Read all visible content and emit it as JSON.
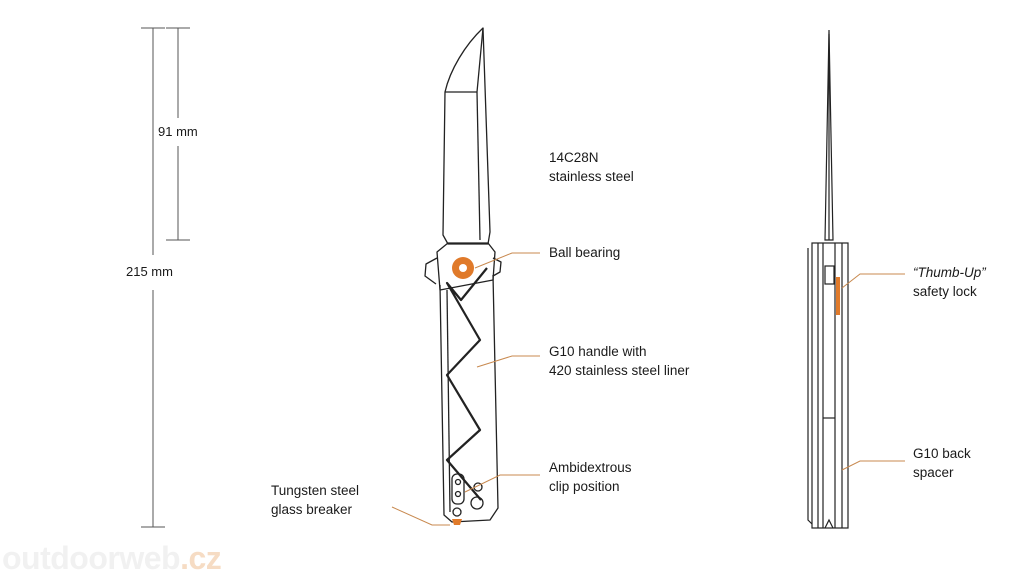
{
  "dimensions": {
    "blade_length": "91 mm",
    "total_length": "215 mm"
  },
  "labels": {
    "blade_steel": [
      "14C28N",
      "stainless steel"
    ],
    "bearing": [
      "Ball bearing"
    ],
    "handle": [
      "G10 handle with",
      "420 stainless steel  liner"
    ],
    "clip": [
      "Ambidextrous",
      "clip position"
    ],
    "glass_breaker": [
      "Tungsten steel",
      "glass breaker"
    ],
    "safety_lock": [
      "“Thumb-Up”",
      "safety lock"
    ],
    "back_spacer": [
      "G10 back",
      "spacer"
    ]
  },
  "watermark": {
    "name": "outdoorweb",
    "tld": ".cz"
  },
  "colors": {
    "accent": "#e07a2a",
    "leader": "#c8894f",
    "line": "#222222"
  }
}
